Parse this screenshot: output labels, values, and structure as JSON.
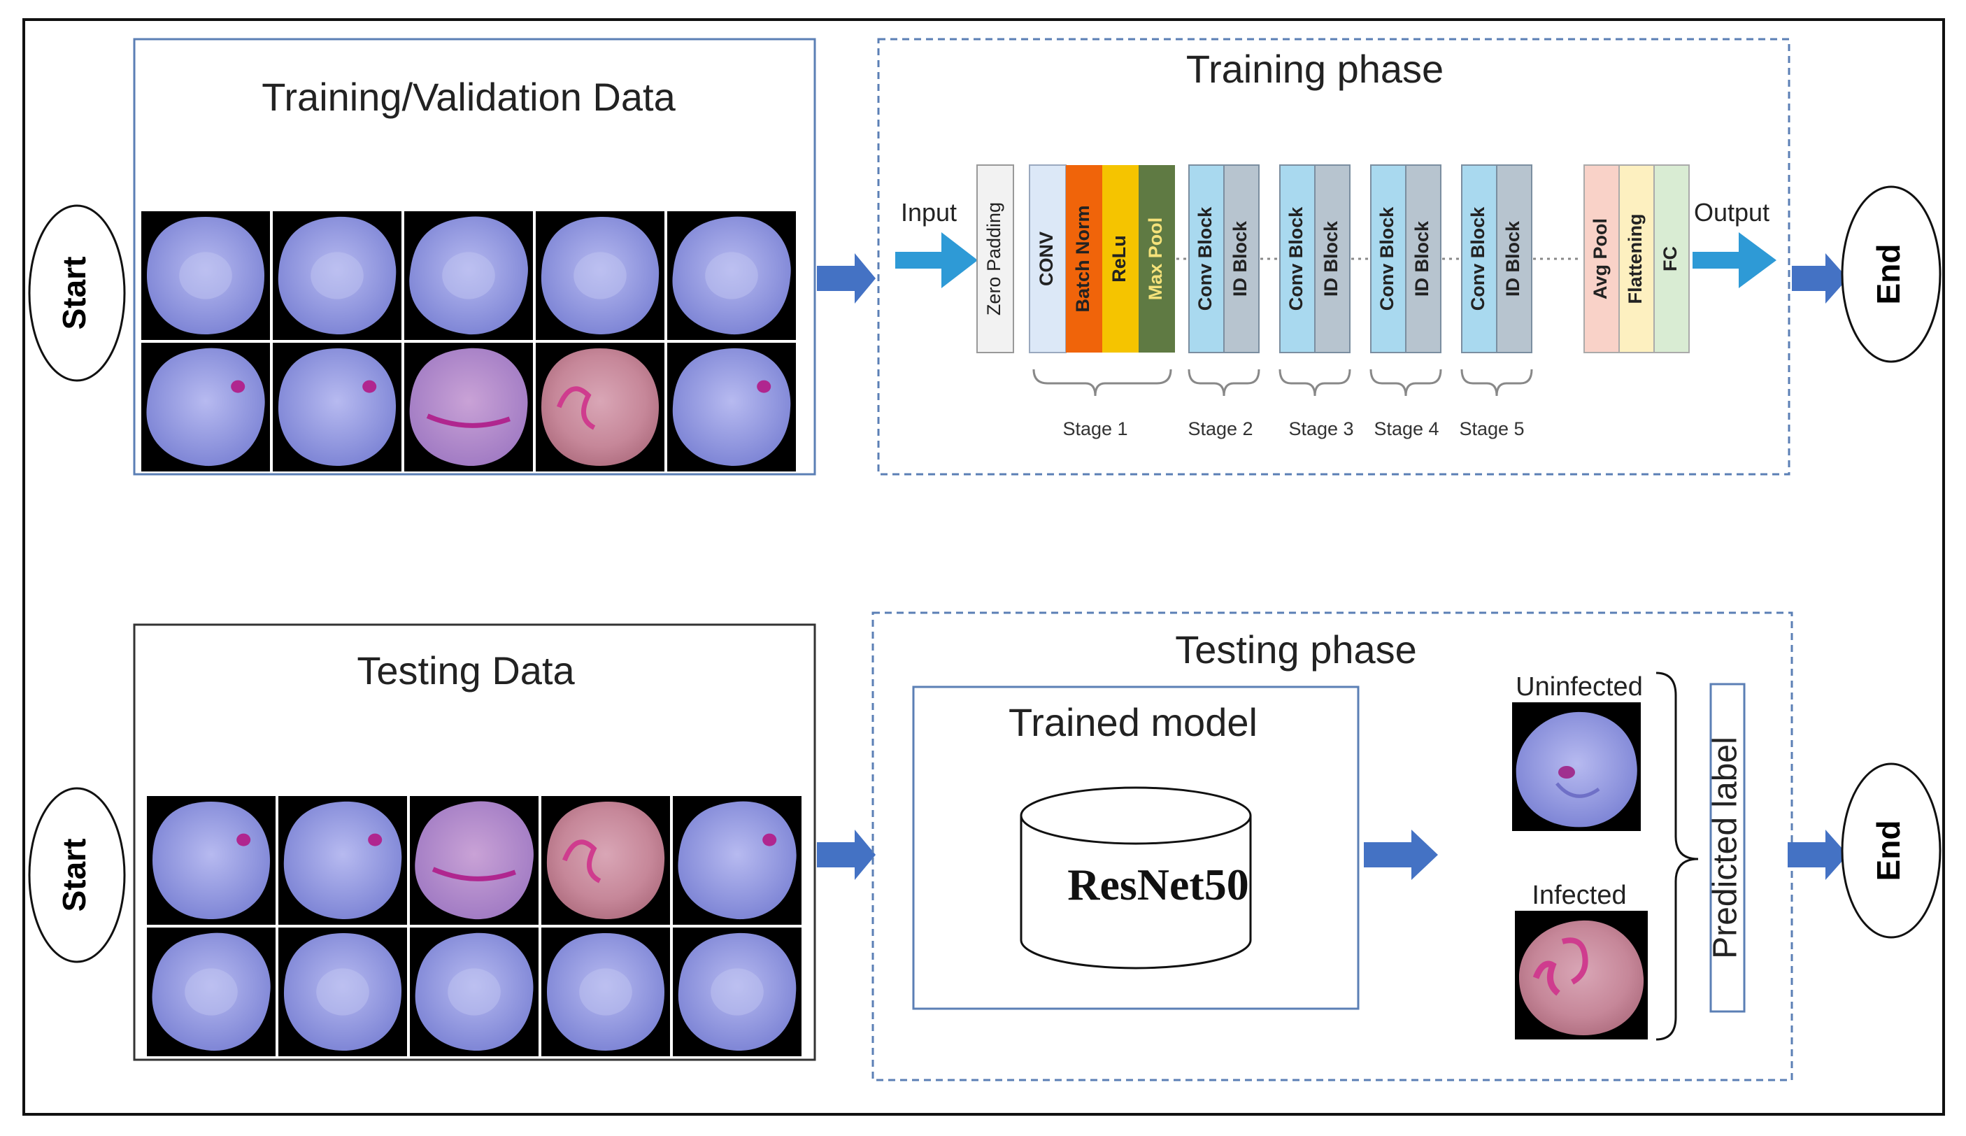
{
  "top": {
    "start_label": "Start",
    "end_label": "End",
    "data_panel_title": "Training/Validation Data",
    "phase_title": "Training phase",
    "input_label": "Input",
    "output_label": "Output",
    "layers": {
      "zero_padding": "Zero  Padding",
      "conv": "CONV",
      "batch_norm": "Batch Norm",
      "relu": "ReLu",
      "max_pool": "Max Pool",
      "conv_block": "Conv Block",
      "id_block": "ID Block",
      "avg_pool": "Avg Pool",
      "flattening": "Flattening",
      "fc": "FC"
    },
    "stages": [
      "Stage 1",
      "Stage 2",
      "Stage 3",
      "Stage 4",
      "Stage 5"
    ]
  },
  "bottom": {
    "start_label": "Start",
    "end_label": "End",
    "data_panel_title": "Testing Data",
    "phase_title": "Testing phase",
    "model_box_title": "Trained model",
    "model_name": "ResNet50",
    "uninfected_label": "Uninfected",
    "infected_label": "Infected",
    "predicted_label": "Predicted label"
  },
  "colors": {
    "arrow_blue": "#4472c4",
    "input_arrow": "#2e9ad6",
    "conv": "#dce8f7",
    "batch_norm": "#f0640a",
    "relu": "#f5c400",
    "max_pool": "#5f7a43",
    "conv_block": "#a9d9ef",
    "id_block": "#b7c4cf",
    "avg_pool": "#f9d2c8",
    "flattening": "#fdf0c0",
    "fc": "#d9ecd3",
    "cell_uninfected": "#8d93df",
    "cell_infected": "#c98a9c"
  }
}
